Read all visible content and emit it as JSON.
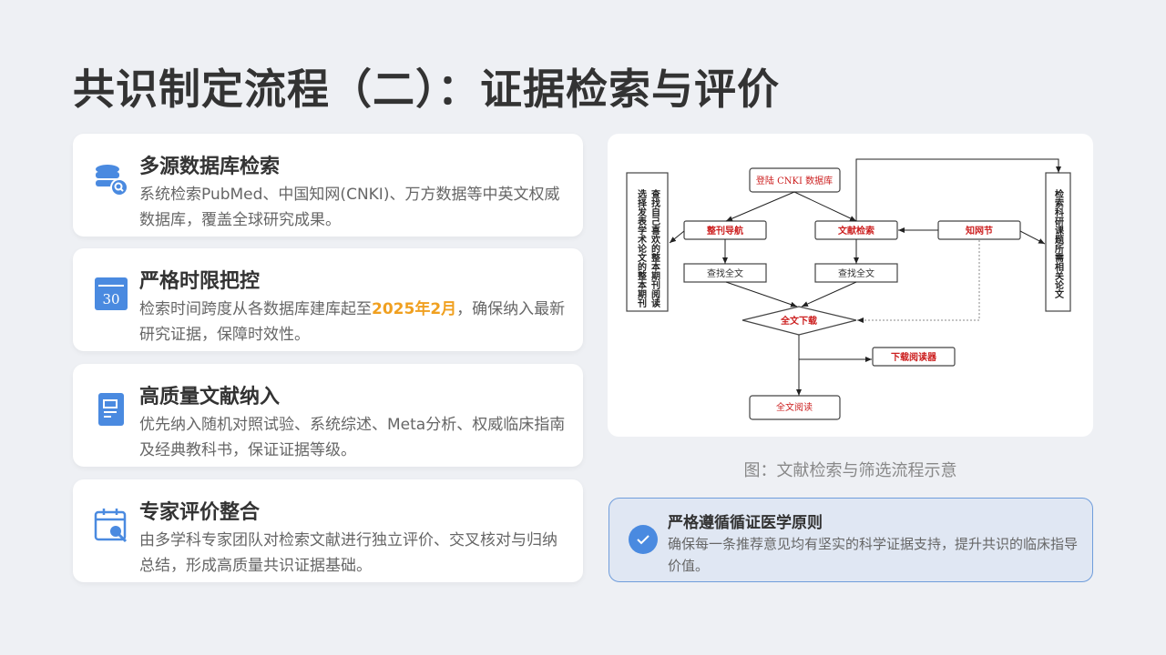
{
  "title": "共识制定流程（二）：证据检索与评价",
  "cards": [
    {
      "icon": "database-search-icon",
      "title": "多源数据库检索",
      "desc": "系统检索PubMed、中国知网(CNKI)、万方数据等中英文权威数据库，覆盖全球研究成果。"
    },
    {
      "icon": "calendar-30-icon",
      "title": "严格时限把控",
      "desc_pre": "检索时间跨度从各数据库建库起至",
      "desc_hl": "2025年2月",
      "desc_post": "，确保纳入最新研究证据，保障时效性。"
    },
    {
      "icon": "document-icon",
      "title": "高质量文献纳入",
      "desc": "优先纳入随机对照试验、系统综述、Meta分析、权威临床指南及经典教科书，保证证据等级。"
    },
    {
      "icon": "calendar-search-icon",
      "title": "专家评价整合",
      "desc": "由多学科专家团队对检索文献进行独立评价、交叉核对与归纳总结，形成高质量共识证据基础。"
    }
  ],
  "flowchart": {
    "login": "登陆 CNKI 数据库",
    "journal_nav": "整刊导航",
    "lit_search": "文献检索",
    "cnki_node": "知网节",
    "find_full_1": "查找全文",
    "find_full_2": "查找全文",
    "download": "全文下载",
    "reader": "下载阅读器",
    "read": "全文阅读",
    "left_col1": "查找自己喜欢的整本期刊阅读",
    "left_col2": "选择发表学术论文的整本期刊",
    "right_col": "检索科研课题所需相关论文"
  },
  "caption": "图：文献检索与筛选流程示意",
  "note": {
    "title": "严格遵循循证医学原则",
    "desc": "确保每一条推荐意见均有坚实的科学证据支持，提升共识的临床指导价值。"
  },
  "colors": {
    "accent": "#4a8ae0",
    "highlight": "#f0a020",
    "flow_red": "#cc1f1f"
  }
}
